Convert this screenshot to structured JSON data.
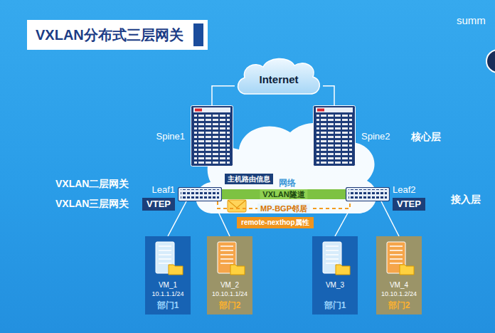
{
  "diagram": {
    "title": "VXLAN分布式三层网关",
    "nodes": [
      {
        "text": [
          "Internet"
        ]
      },
      {
        "text": [
          "Spine1"
        ]
      },
      {
        "text": [
          "Spine2"
        ]
      },
      {
        "text": [
          "Leaf1",
          "VTEP"
        ]
      },
      {
        "text": [
          "Leaf2",
          "VTEP"
        ]
      },
      {
        "text": [
          "VM_1",
          "10.1.1.1/24",
          "部门1"
        ]
      },
      {
        "text": [
          "VM_2",
          "10.10.1.1/24",
          "部门2"
        ]
      },
      {
        "text": [
          "VM_3",
          "部门1"
        ]
      },
      {
        "text": [
          "VM_4",
          "10.10.1.2/24",
          "部门2"
        ]
      }
    ],
    "edges": [
      {
        "from": 0,
        "to": 1,
        "arrow": "none"
      },
      {
        "from": 0,
        "to": 2,
        "arrow": "none"
      },
      {
        "from": 3,
        "to": 5,
        "arrow": "none"
      },
      {
        "from": 3,
        "to": 6,
        "arrow": "none"
      },
      {
        "from": 4,
        "to": 7,
        "arrow": "none"
      },
      {
        "from": 4,
        "to": 8,
        "arrow": "none"
      },
      {
        "from": 3,
        "to": 4,
        "label": "VXLAN隧道",
        "arrow": "none"
      },
      {
        "from": 3,
        "to": 4,
        "label": "MP-BGP邻居",
        "arrow": "none"
      }
    ],
    "labels": [
      "summ",
      "核心层",
      "接入层",
      "VXLAN二层网关",
      "VXLAN三层网关",
      "主机路由信息",
      "网络",
      "remote-nexthop属性"
    ]
  }
}
